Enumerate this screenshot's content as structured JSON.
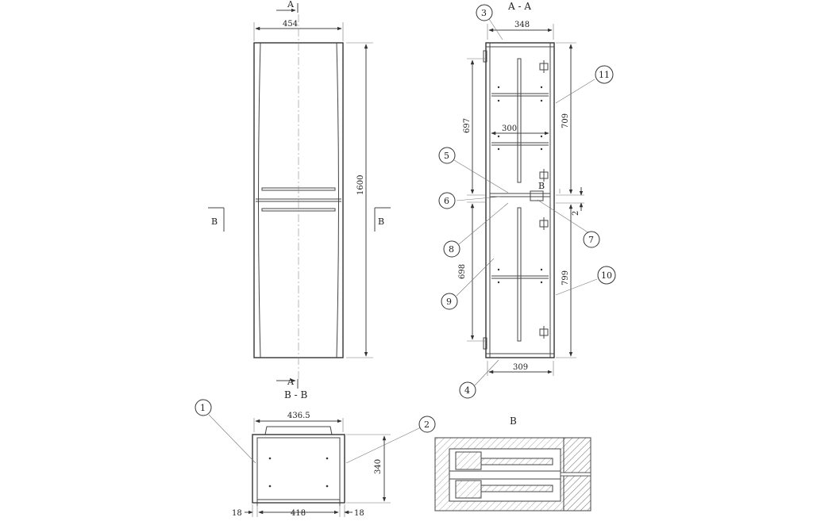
{
  "views": {
    "front": {
      "section_marker": "A",
      "width_dim": "454",
      "height_dim": "1600",
      "section_left": "B",
      "section_right": "B"
    },
    "section_aa": {
      "title": "A - A",
      "top_depth": "348",
      "bottom_depth": "309",
      "shelf_width": "300",
      "upper_inner": "697",
      "lower_inner": "698",
      "upper_door": "709",
      "lower_door": "799",
      "gap": "2",
      "detail_ref": "B"
    },
    "section_bb": {
      "title": "B - B",
      "overall_width": "436.5",
      "depth": "340",
      "inner_width": "418",
      "side_left": "18",
      "side_right": "18"
    },
    "detail_b": {
      "title": "B"
    }
  },
  "callouts": [
    "1",
    "2",
    "3",
    "4",
    "5",
    "6",
    "7",
    "8",
    "9",
    "10",
    "11"
  ]
}
